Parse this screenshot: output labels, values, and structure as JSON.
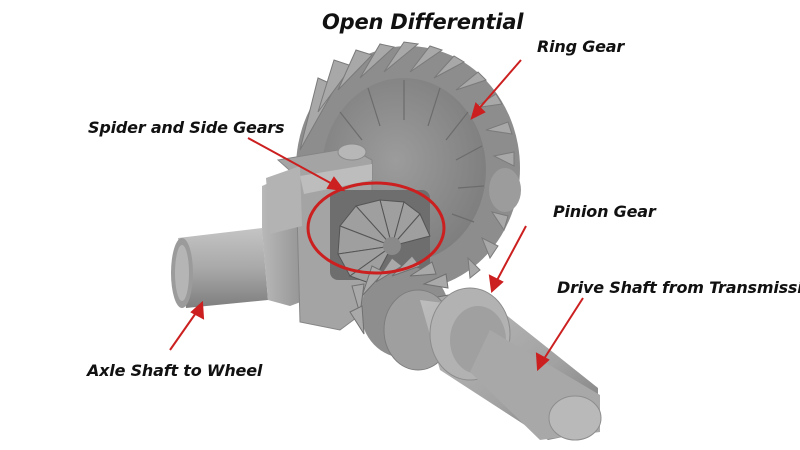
{
  "title": "Open Differential",
  "labels": {
    "ring_gear": "Ring Gear",
    "spider_side_gears": "Spider and Side Gears",
    "pinion_gear": "Pinion Gear",
    "drive_shaft": "Drive Shaft from Transmission",
    "axle_shaft": "Axle Shaft to Wheel"
  },
  "colors": {
    "annotation_red": "#cc1f1f",
    "metal_light": "#b3b3b3",
    "metal_mid": "#9a9a9a",
    "metal_dark": "#6f6f6f",
    "text": "#111111"
  }
}
